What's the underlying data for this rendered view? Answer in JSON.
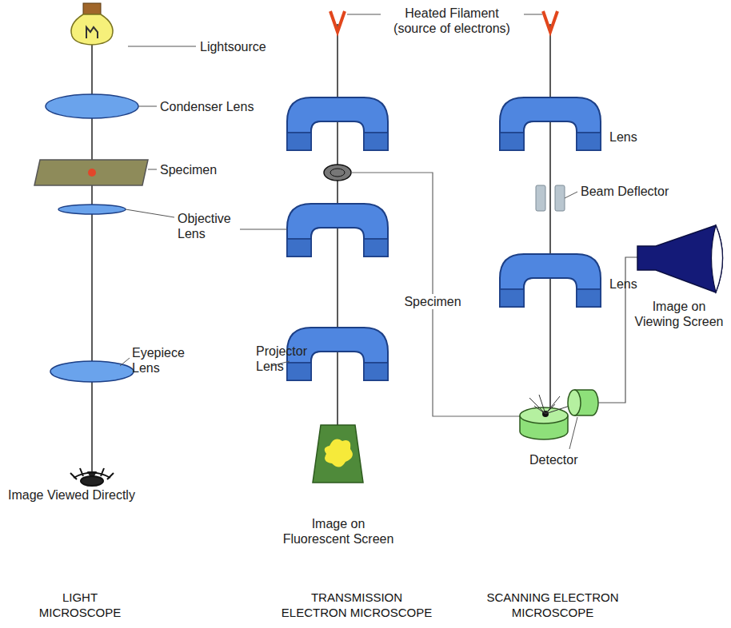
{
  "diagram": {
    "labels": [
      "Lightsource",
      "Heated Filament (source of electrons)",
      "Condenser Lens",
      "Lens",
      "Specimen",
      "Beam Deflector",
      "Objective Lens",
      "Specimen",
      "Lens",
      "Image on Viewing Screen",
      "Projector Lens",
      "Eyepiece Lens",
      "Detector",
      "Image Viewed Directly",
      "Image on Fluorescent Screen",
      "LIGHT MICROSCOPE",
      "TRANSMISSION ELECTRON MICROSCOPE",
      "SCANNING ELECTRON MICROSCOPE"
    ]
  }
}
